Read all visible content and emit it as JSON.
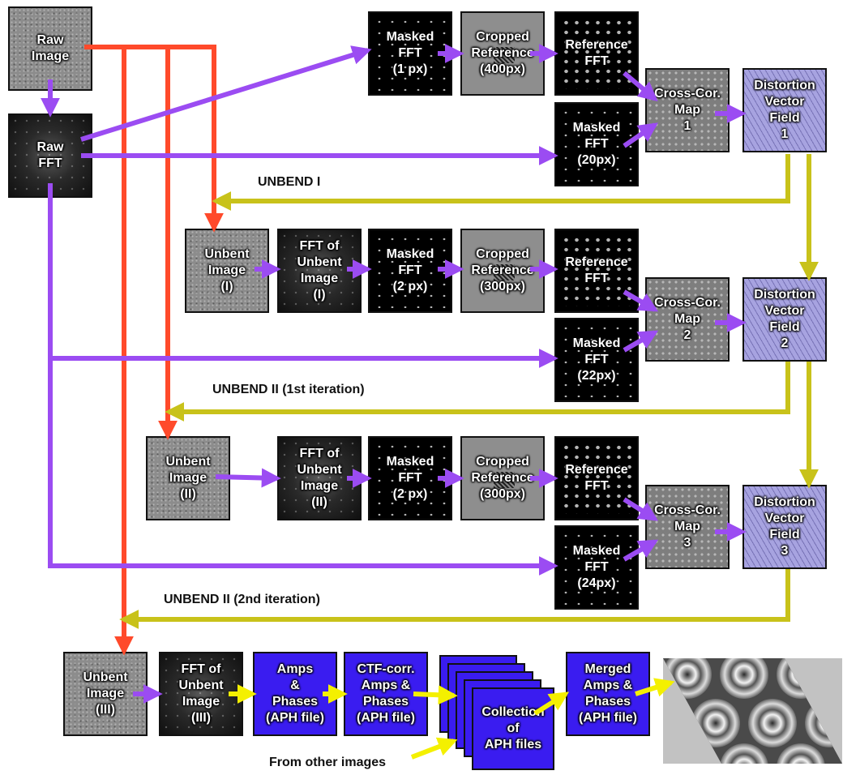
{
  "nodes": {
    "raw_image": "Raw\nImage",
    "raw_fft": "Raw\nFFT",
    "masked_fft_1px": "Masked\nFFT\n(1 px)",
    "cropped_ref_400": "Cropped\nReference\n(400px)",
    "reference_fft_1": "Reference\nFFT",
    "masked_fft_20px": "Masked\nFFT\n(20px)",
    "cross_cor_map_1": "Cross-Cor.\nMap\n1",
    "distortion_field_1": "Distortion\nVector\nField\n1",
    "unbent_image_1": "Unbent\nImage\n(I)",
    "fft_unbent_1": "FFT of\nUnbent\nImage\n(I)",
    "masked_fft_2px_a": "Masked\nFFT\n(2 px)",
    "cropped_ref_300_a": "Cropped\nReference\n(300px)",
    "reference_fft_2": "Reference\nFFT",
    "masked_fft_22px": "Masked\nFFT\n(22px)",
    "cross_cor_map_2": "Cross-Cor.\nMap\n2",
    "distortion_field_2": "Distortion\nVector\nField\n2",
    "unbent_image_2": "Unbent\nImage\n(II)",
    "fft_unbent_2": "FFT of\nUnbent\nImage\n(II)",
    "masked_fft_2px_b": "Masked\nFFT\n(2 px)",
    "cropped_ref_300_b": "Cropped\nReference\n(300px)",
    "reference_fft_3": "Reference\nFFT",
    "masked_fft_24px": "Masked\nFFT\n(24px)",
    "cross_cor_map_3": "Cross-Cor.\nMap\n3",
    "distortion_field_3": "Distortion\nVector\nField\n3",
    "unbent_image_3": "Unbent\nImage\n(III)",
    "fft_unbent_3": "FFT of\nUnbent\nImage\n(III)",
    "amps_phases": "Amps\n&\nPhases\n(APH file)",
    "ctf_corr": "CTF-corr.\nAmps &\nPhases\n(APH file)",
    "collection": "Collection\nof\nAPH files",
    "merged": "Merged\nAmps &\nPhases\n(APH file)"
  },
  "labels": {
    "unbend_1": "UNBEND I",
    "unbend_2_first": "UNBEND II (1st iteration)",
    "unbend_2_second": "UNBEND II (2nd iteration)",
    "from_other_images": "From other images"
  },
  "colors": {
    "purple_arrow": "#9b4cf2",
    "red_arrow": "#ff4a2b",
    "olive_arrow": "#c8c21a",
    "yellow_arrow": "#f4f000",
    "aph_blue": "#3a1cf0",
    "distortion_lavender": "#a7a3e0"
  }
}
